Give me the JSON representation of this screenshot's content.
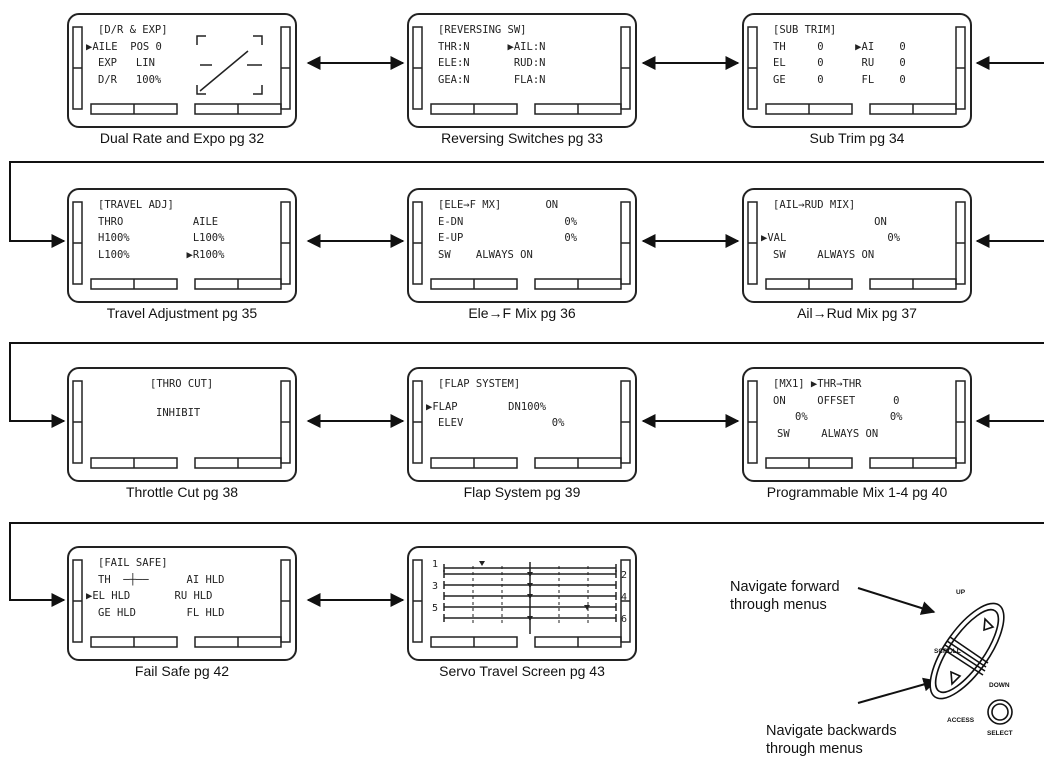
{
  "screens": [
    {
      "caption": "Dual Rate and Expo pg 32",
      "lines": [
        "[D/R & EXP]",
        "▶AILE  POS 0",
        "EXP   LIN",
        "D/R   100%"
      ]
    },
    {
      "caption": "Reversing Switches pg 33",
      "lines": [
        "[REVERSING SW]",
        "THR:N      ▶AIL:N",
        "ELE:N       RUD:N",
        "GEA:N       FLA:N"
      ]
    },
    {
      "caption": "Sub Trim pg 34",
      "lines": [
        "[SUB TRIM]",
        "TH     0     ▶AI    0",
        "EL     0      RU    0",
        "GE     0      FL    0"
      ]
    },
    {
      "caption": "Travel Adjustment pg 35",
      "lines": [
        "[TRAVEL ADJ]",
        "THRO           AILE",
        "H100%          L100%",
        "L100%         ▶R100%"
      ]
    },
    {
      "caption": "Ele→F Mix pg 36",
      "lines": [
        "[ELE→F MX]       ON",
        "E-DN                0%",
        "E-UP                0%",
        "SW    ALWAYS ON"
      ]
    },
    {
      "caption": "Ail→Rud Mix pg 37",
      "lines": [
        "[AIL→RUD MIX]",
        "                ON",
        "▶VAL                0%",
        "SW     ALWAYS ON"
      ]
    },
    {
      "caption": "Throttle Cut pg 38",
      "lines": [
        "[THRO CUT]",
        "INHIBIT"
      ]
    },
    {
      "caption": "Flap System pg 39",
      "lines": [
        "[FLAP SYSTEM]",
        "▶FLAP        DN100%",
        "ELEV              0%"
      ]
    },
    {
      "caption": "Programmable Mix 1-4 pg 40",
      "lines": [
        "[MX1] ▶THR→THR",
        "ON     OFFSET      0",
        "0%             0%",
        "SW     ALWAYS ON"
      ]
    },
    {
      "caption": "Fail Safe pg 42",
      "lines": [
        "[FAIL SAFE]",
        "TH  ─┼──      AI HLD",
        "▶EL HLD       RU HLD",
        "GE HLD        FL HLD"
      ]
    },
    {
      "caption": "Servo Travel Screen pg 43",
      "lines": [
        "1",
        "2",
        "3",
        "4",
        "5",
        "6"
      ]
    }
  ],
  "scroll_knob": {
    "up_label": "UP",
    "down_label": "DOWN",
    "scroll_label": "SCROLL",
    "access_label": "ACCESS",
    "select_label": "SELECT"
  },
  "notes": {
    "forward": [
      "Navigate forward",
      "through menus"
    ],
    "backward": [
      "Navigate backwards",
      "through menus"
    ]
  },
  "colors": {
    "ink": "#111111",
    "screen_border": "#222222"
  }
}
